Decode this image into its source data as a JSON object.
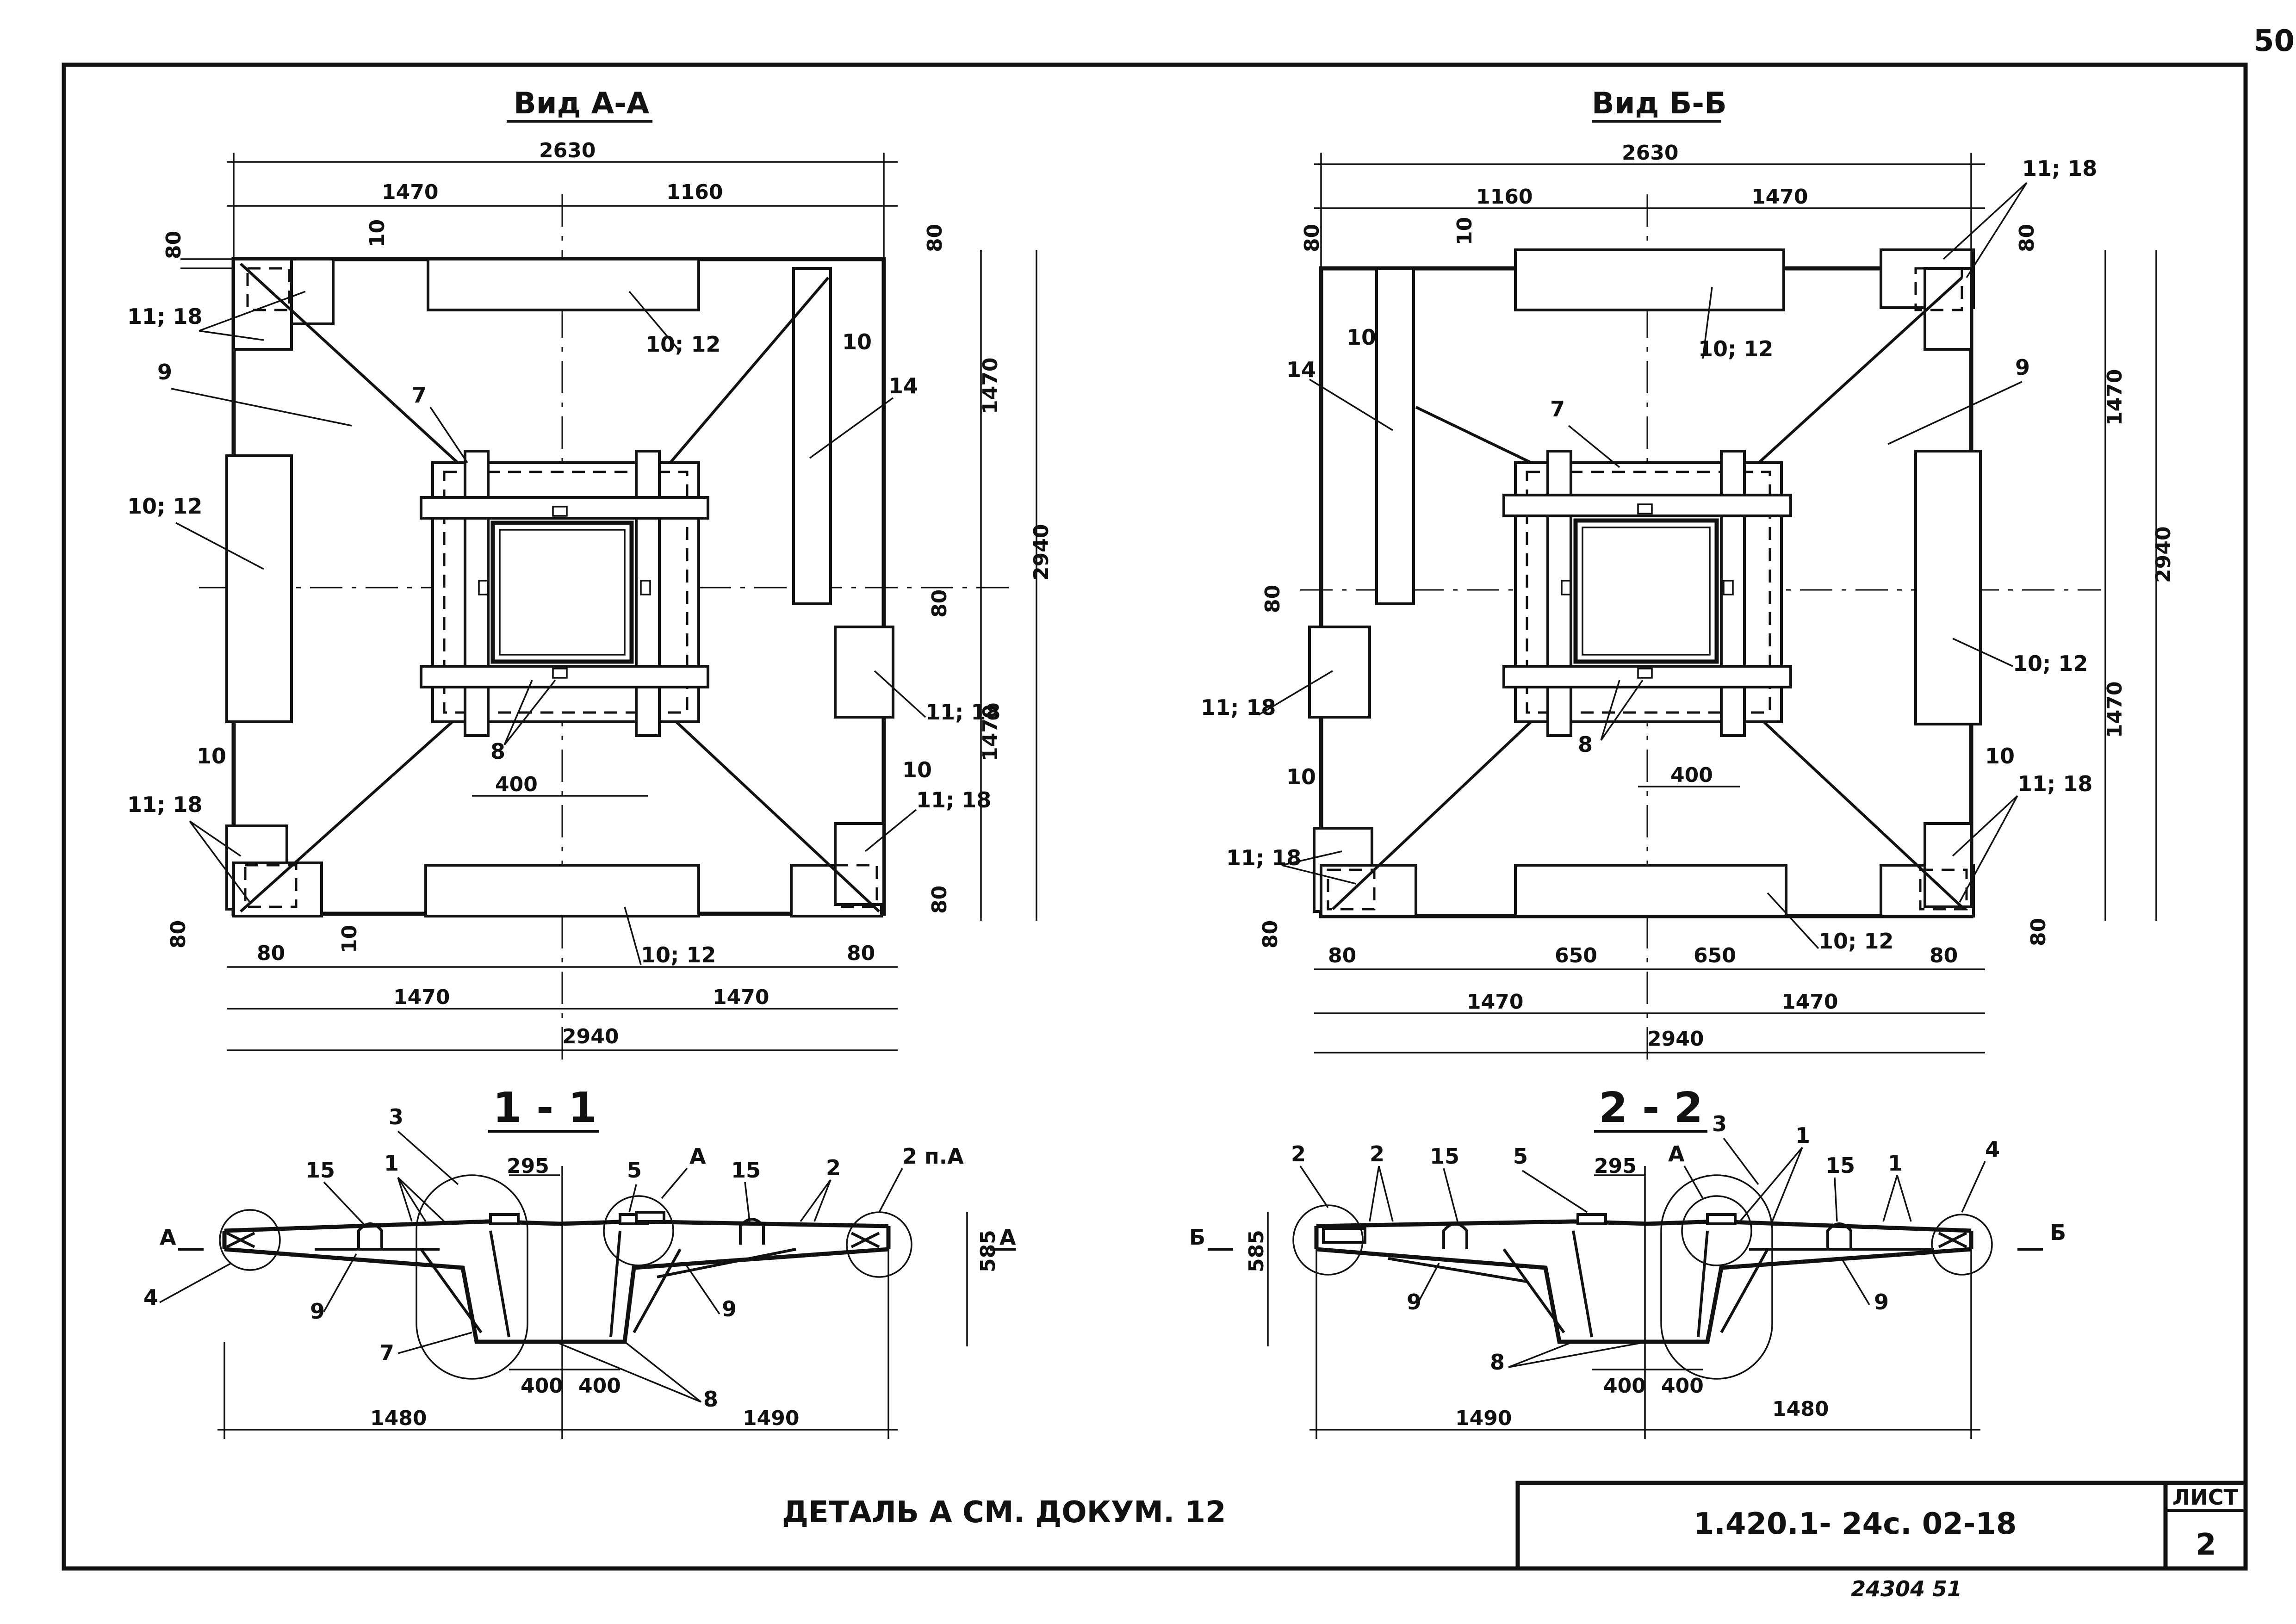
{
  "sheet": {
    "page_number": "50",
    "note": "ДЕТАЛЬ  А  СМ.  ДОКУМ.  12",
    "doc_code": "1.420.1- 24с. 02-18",
    "sheet_label": "ЛИСТ",
    "sheet_no": "2",
    "footer_stamp": "24304  51"
  },
  "view_a": {
    "title": "Вид А-А",
    "dims": {
      "total_top": "2630",
      "left_top": "1470",
      "right_top": "1160",
      "off_80": "80",
      "off_10": "10",
      "gap_10": "10",
      "right_h_top": "1470",
      "right_h_total": "2940",
      "right_h_bot": "1470",
      "c400": "400",
      "bot_left": "1470",
      "bot_right": "1470",
      "bot_total": "2940"
    },
    "labels": {
      "l11_18": "11; 18",
      "l9": "9",
      "l10_12": "10; 12",
      "l7": "7",
      "l10": "10",
      "l14": "14",
      "l8": "8"
    }
  },
  "view_b": {
    "title": "Вид Б-Б",
    "dims": {
      "total_top": "2630",
      "left_top": "1160",
      "right_top": "1470",
      "off_80": "80",
      "off_10": "10",
      "right_h_top": "1470",
      "right_h_total": "2940",
      "right_h_bot": "1470",
      "c400": "400",
      "c650a": "650",
      "c650b": "650",
      "bot_left": "1470",
      "bot_right": "1470",
      "bot_total": "2940"
    },
    "labels": {
      "l11_18": "11; 18",
      "l9": "9",
      "l10_12": "10; 12",
      "l7": "7",
      "l10": "10",
      "l14": "14",
      "l8": "8"
    }
  },
  "section_1": {
    "title": "1 - 1",
    "cut": "А",
    "labels": {
      "l1": "1",
      "l2": "2",
      "l2pa": "2 п.А",
      "l3": "3",
      "l4": "4",
      "l5": "5",
      "l7": "7",
      "l8": "8",
      "l9": "9",
      "l15": "15",
      "lA": "А"
    },
    "dims": {
      "w295": "295",
      "h585": "585",
      "d400a": "400",
      "d400b": "400",
      "left": "1480",
      "right": "1490"
    }
  },
  "section_2": {
    "title": "2 - 2",
    "cut": "Б",
    "labels": {
      "l1": "1",
      "l2": "2",
      "l3": "3",
      "l4": "4",
      "l5": "5",
      "l8": "8",
      "l9": "9",
      "l15": "15",
      "lA": "А"
    },
    "dims": {
      "w295": "295",
      "h585": "585",
      "d400a": "400",
      "d400b": "400",
      "left": "1490",
      "right": "1480"
    }
  }
}
